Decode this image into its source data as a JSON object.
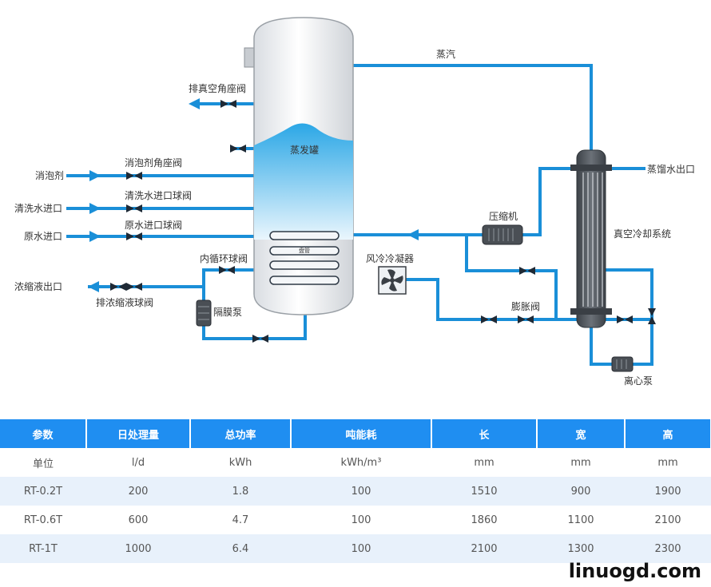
{
  "diagram": {
    "tank_label": "蒸发罐",
    "coil_label": "盘管",
    "labels": {
      "vacuum_valve": "排真空角座阀",
      "defoamer_valve": "消泡剂角座阀",
      "defoamer": "消泡剂",
      "wash_valve": "清洗水进口球阀",
      "wash_inlet": "清洗水进口",
      "raw_valve": "原水进口球阀",
      "raw_inlet": "原水进口",
      "circ_valve": "内循环球阀",
      "conc_outlet": "浓缩液出口",
      "drain_valve": "排浓缩液球阀",
      "diaphragm_pump": "隔膜泵",
      "steam": "蒸汽",
      "distillate_outlet": "蒸馏水出口",
      "vacuum_cooling": "真空冷却系统",
      "compressor": "压缩机",
      "air_condenser": "风冷冷凝器",
      "expansion_valve": "膨胀阀",
      "centrifugal_pump": "离心泵"
    }
  },
  "table": {
    "headers": [
      "参数",
      "日处理量",
      "总功率",
      "吨能耗",
      "长",
      "宽",
      "高"
    ],
    "rows": [
      [
        "单位",
        "l/d",
        "kWh",
        "kWh/m³",
        "mm",
        "mm",
        "mm"
      ],
      [
        "RT-0.2T",
        "200",
        "1.8",
        "100",
        "1510",
        "900",
        "1900"
      ],
      [
        "RT-0.6T",
        "600",
        "4.7",
        "100",
        "1860",
        "1100",
        "2100"
      ],
      [
        "RT-1T",
        "1000",
        "6.4",
        "100",
        "2100",
        "1300",
        "2300"
      ]
    ]
  },
  "watermark": "linuogd.com",
  "colors": {
    "pipe": "#1a8fd8",
    "header": "#1f8ef1",
    "row_alt": "#e8f1fb",
    "equipment": "#4a4f55"
  }
}
